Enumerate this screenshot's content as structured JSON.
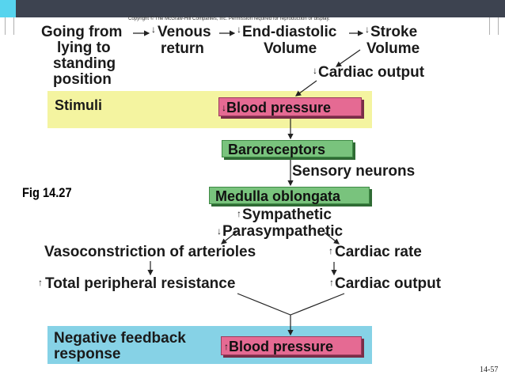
{
  "copyright": "Copyright © The McGraw-Hill Companies, Inc. Permission required for reproduction or display.",
  "figure_label": "Fig 14.27",
  "page_number": "14-57",
  "chain": {
    "step1_line1": "Going from",
    "step1_line2": "lying to",
    "step1_line3": "standing",
    "step1_line4": "position",
    "step2_arrow": "↓",
    "step2_line1": "Venous",
    "step2_line2": "return",
    "step3_arrow": "↓",
    "step3_line1": "End-diastolic",
    "step3_line2": "Volume",
    "step4_arrow": "↓",
    "step4_line1": "Stroke",
    "step4_line2": "Volume",
    "cardiac_output_1_arrow": "↓",
    "cardiac_output_1": "Cardiac output"
  },
  "stimuli": {
    "label": "Stimuli",
    "arrow": "↓",
    "box": "Blood pressure"
  },
  "baroreceptors": "Baroreceptors",
  "sensory_neurons": "Sensory neurons",
  "medulla": "Medulla oblongata",
  "sympathetic_arrow": "↑",
  "sympathetic": "Sympathetic",
  "parasympathetic_arrow": "↓",
  "parasympathetic": "Parasympathetic",
  "vasoconstriction": "Vasoconstriction of arterioles",
  "cardiac_rate_arrow": "↑",
  "cardiac_rate": "Cardiac rate",
  "tpr_arrow": "↑",
  "tpr": "Total peripheral resistance",
  "cardiac_output_2_arrow": "↑",
  "cardiac_output_2": "Cardiac output",
  "feedback": {
    "line1": "Negative feedback",
    "line2": "response",
    "arrow": "↑",
    "box": "Blood pressure"
  },
  "colors": {
    "stimuli_band": "#f4f4a0",
    "feedback_band": "#86d2e6",
    "pink_box": "#e56a93",
    "green_box": "#79c37d",
    "top_bar": "#3d4350",
    "top_tab": "#57d4ee"
  }
}
